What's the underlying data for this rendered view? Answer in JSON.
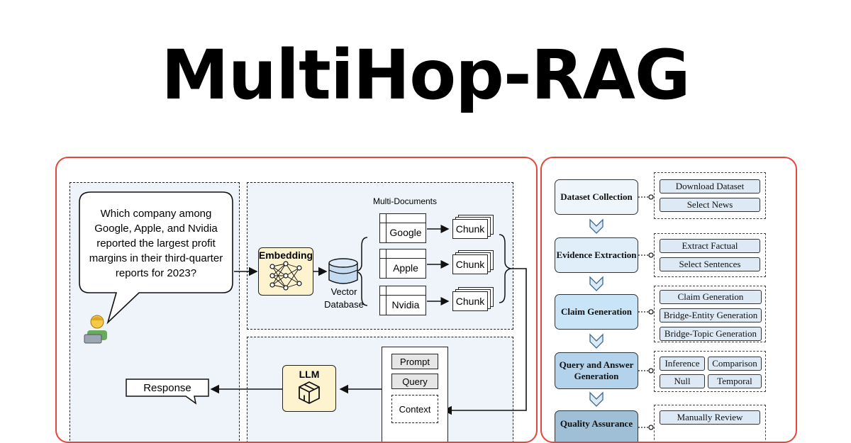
{
  "title": "MultiHop-RAG",
  "left": {
    "question": "Which company among Google, Apple, and Nvidia reported the largest profit margins in their third-quarter reports for 2023?",
    "embedding_label": "Embedding",
    "vector_db_label": "Vector\nDatabase",
    "multi_docs_label": "Multi-Documents",
    "documents": [
      "Google",
      "Apple",
      "Nvidia"
    ],
    "chunk_label": "Chunk",
    "prompt_items": [
      "Prompt",
      "Query",
      "Context"
    ],
    "llm_label": "LLM",
    "response_label": "Response"
  },
  "right": {
    "stages": [
      {
        "label": "Dataset Collection",
        "color": "#eef5fb",
        "subs": [
          "Download Dataset",
          "Select News"
        ]
      },
      {
        "label": "Evidence Extraction",
        "color": "#dfeef9",
        "subs": [
          "Extract Factual",
          "Select Sentences"
        ]
      },
      {
        "label": "Claim Generation",
        "color": "#c9e4f6",
        "subs": [
          "Claim Generation",
          "Bridge-Entity Generation",
          "Bridge-Topic Generation"
        ]
      },
      {
        "label": "Query and Answer Generation",
        "color": "#b3d3ec",
        "subs": [
          "Inference",
          "Comparison",
          "Null",
          "Temporal"
        ]
      },
      {
        "label": "Quality Assurance",
        "color": "#9fbfd6",
        "subs": [
          "Manually Review"
        ]
      }
    ]
  }
}
